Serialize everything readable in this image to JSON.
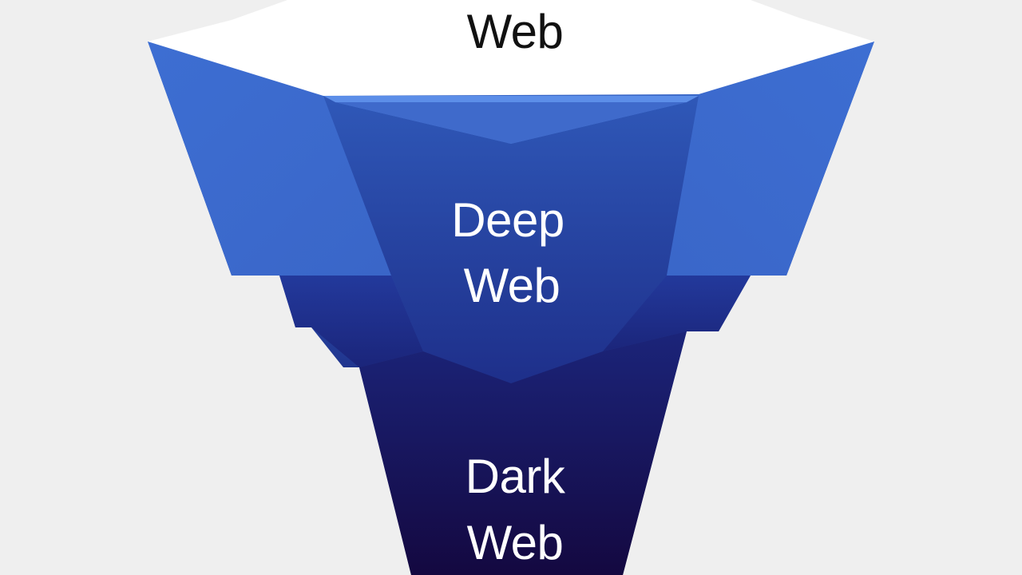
{
  "layers": {
    "surface": {
      "lines": [
        "Web"
      ],
      "fill": "#ffffff"
    },
    "deep": {
      "lines": [
        "Deep",
        "Web"
      ],
      "fill": "#2f56b5"
    },
    "dark": {
      "lines": [
        "Dark",
        "Web"
      ],
      "fill": "#120d4a"
    }
  },
  "colors": {
    "background": "#efefef",
    "text_dark": "#111111",
    "text_light": "#ffffff"
  }
}
